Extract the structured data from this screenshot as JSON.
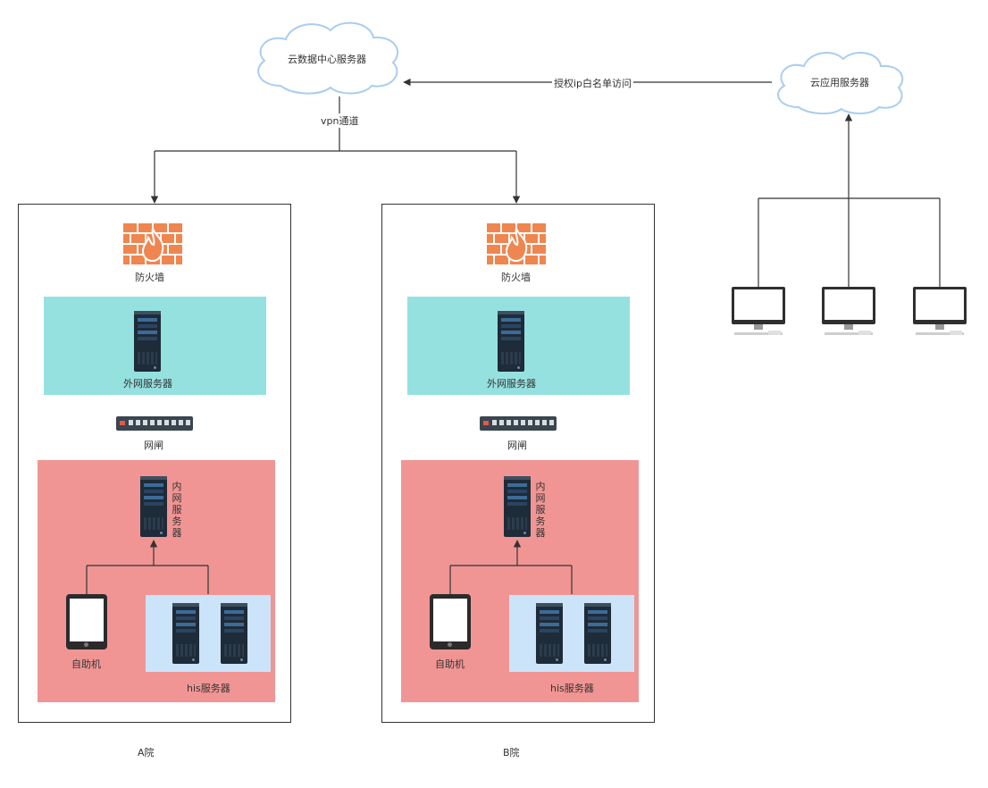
{
  "clouds": {
    "data_center": "云数据中心服务器",
    "app_server": "云应用服务器"
  },
  "edges": {
    "whitelist": "授权ip白名单访问",
    "vpn": "vpn通道"
  },
  "site_a": {
    "name": "A院",
    "firewall": "防火墙",
    "external_server": "外网服务器",
    "gateway": "网闸",
    "internal_server": [
      "内",
      "网",
      "服",
      "务",
      "器"
    ],
    "kiosk": "自助机",
    "his_server": "his服务器"
  },
  "site_b": {
    "name": "B院",
    "firewall": "防火墙",
    "external_server": "外网服务器",
    "gateway": "网闸",
    "internal_server": [
      "内",
      "网",
      "服",
      "务",
      "器"
    ],
    "kiosk": "自助机",
    "his_server": "his服务器"
  },
  "colors": {
    "external_zone": "#95e1e0",
    "internal_zone": "#f09594",
    "his_zone": "#cce4fa",
    "firewall": "#ef8650",
    "cloud_stroke": "#a9cdef"
  },
  "icons": [
    "cloud-icon",
    "firewall-icon",
    "server-icon",
    "gateway-icon",
    "tablet-icon",
    "monitor-icon"
  ]
}
